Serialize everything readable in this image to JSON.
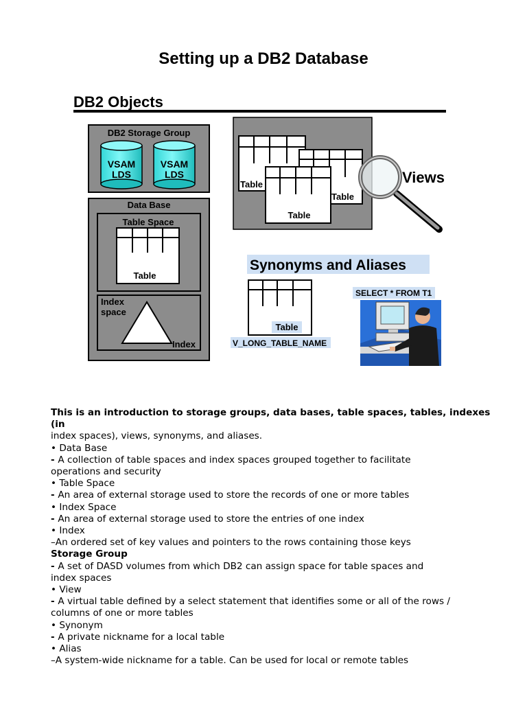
{
  "page": {
    "title": "Setting up a DB2 Database"
  },
  "diagram": {
    "heading": "DB2 Objects",
    "storage_group": {
      "label": "DB2 Storage Group",
      "volumes": [
        {
          "line1": "VSAM",
          "line2": "LDS"
        },
        {
          "line1": "VSAM",
          "line2": "LDS"
        }
      ]
    },
    "database": {
      "label": "Data Base",
      "table_space_label": "Table Space",
      "table_label": "Table",
      "index_space_line1": "Index",
      "index_space_line2": "space",
      "index_label": "Index"
    },
    "views": {
      "label": "Views",
      "table_labels": [
        "Table",
        "Table",
        "Table"
      ]
    },
    "synonyms": {
      "heading": "Synonyms and Aliases",
      "table_label": "Table",
      "long_name": "V_LONG_TABLE_NAME",
      "sql": "SELECT * FROM T1"
    },
    "colors": {
      "panel_gray": "#8c8c8c",
      "highlight_blue": "#cfe0f4",
      "cyan": "#00e8e8",
      "table_white": "#ffffff"
    }
  },
  "body": {
    "lines": [
      {
        "text": "This is an introduction to storage groups, data bases, table spaces, tables, indexes",
        "bold": true
      },
      {
        "text": "(in",
        "bold": true
      },
      {
        "text": "index spaces), views, synonyms, and aliases.",
        "bold": false
      },
      {
        "text": "• Data Base",
        "bold": false
      },
      {
        "prefix": "- ",
        "text": "A collection of table spaces and index spaces grouped together to facilitate",
        "bold": false
      },
      {
        "text": "operations and security",
        "bold": false
      },
      {
        "text": "• Table Space",
        "bold": false
      },
      {
        "prefix": "- ",
        "text": "An area of external storage used to store the records of one or more tables",
        "bold": false
      },
      {
        "text": "• Index Space",
        "bold": false
      },
      {
        "prefix": "- ",
        "text": "An area of external storage used to store the entries of one index",
        "bold": false
      },
      {
        "text": "• Index",
        "bold": false
      },
      {
        "text": "–An ordered set of key values and pointers to the rows containing those keys",
        "bold": false
      },
      {
        "text": "Storage Group",
        "bold": true
      },
      {
        "prefix": "- ",
        "text": "A set of DASD volumes from which DB2 can assign space for table spaces and",
        "bold": false
      },
      {
        "text": "index spaces",
        "bold": false
      },
      {
        "text": "• View",
        "bold": false
      },
      {
        "prefix": "- ",
        "text": "A virtual table defined by a select statement that identifies some or all of the rows /",
        "bold": false
      },
      {
        "text": "columns of one or more tables",
        "bold": false
      },
      {
        "text": "• Synonym",
        "bold": false
      },
      {
        "prefix": "- ",
        "text": "A private nickname for a local table",
        "bold": false
      },
      {
        "text": "• Alias",
        "bold": false
      },
      {
        "text": "–A system-wide nickname for a table. Can be used for local or remote tables",
        "bold": false
      }
    ]
  }
}
